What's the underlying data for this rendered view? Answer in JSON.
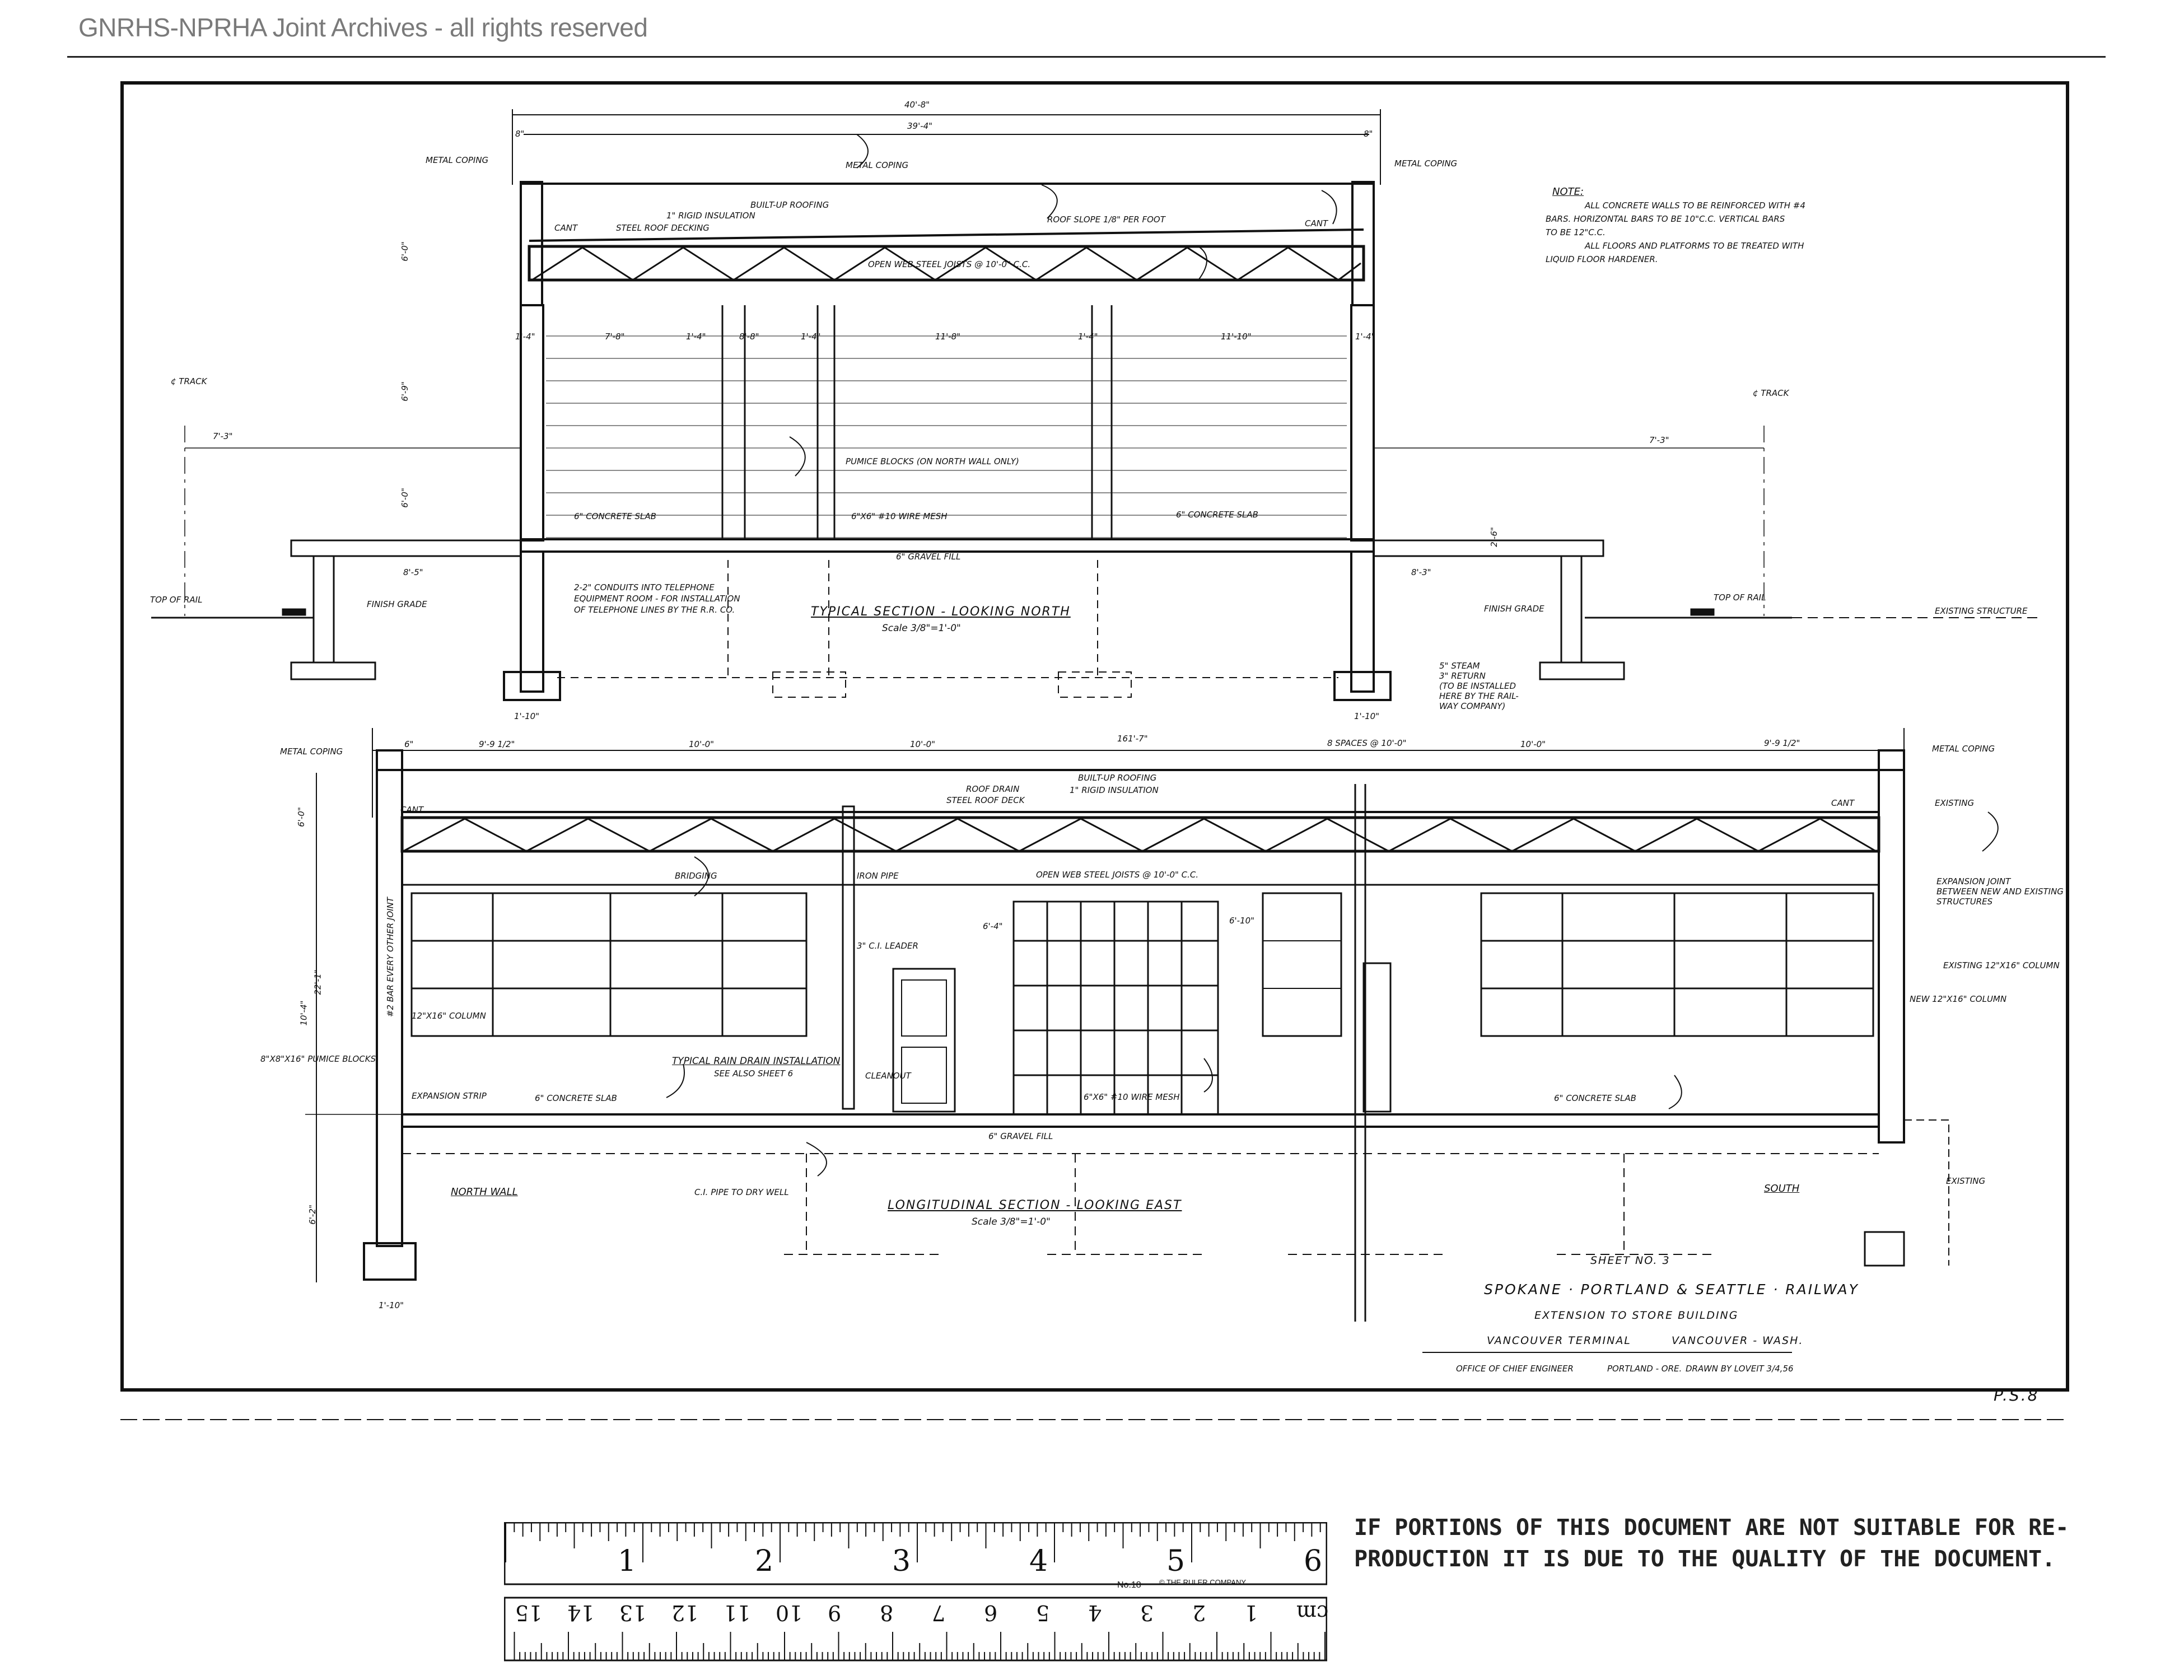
{
  "header": {
    "archive_line": "GNRHS-NPRHA Joint Archives - all rights reserved"
  },
  "colors": {
    "ink": "#111111",
    "paper": "#ffffff",
    "header_text": "#7a7a7a"
  },
  "note": {
    "title": "NOTE:",
    "lines": [
      "ALL CONCRETE WALLS TO BE REINFORCED WITH #4",
      "BARS. HORIZONTAL BARS TO BE 10\"C.C. VERTICAL BARS",
      "TO BE 12\"C.C.",
      "ALL FLOORS AND PLATFORMS TO BE TREATED WITH",
      "LIQUID FLOOR HARDENER."
    ]
  },
  "north_section": {
    "title": "TYPICAL SECTION - LOOKING NORTH",
    "scale": "Scale 3/8\"=1'-0\"",
    "labels": {
      "metal_coping_left": "METAL COPING",
      "metal_coping_center": "METAL COPING",
      "metal_coping_right": "METAL COPING",
      "built_up": "BUILT-UP ROOFING",
      "rigid": "1\" RIGID INSULATION",
      "deck": "STEEL ROOF DECKING",
      "cant_left": "CANT",
      "cant_right": "CANT",
      "slope": "ROOF SLOPE 1/8\" PER FOOT",
      "joists": "OPEN WEB STEEL JOISTS @ 10'-0\" C.C.",
      "pumice": "PUMICE BLOCKS (ON NORTH WALL ONLY)",
      "slab_left": "6\" CONCRETE SLAB",
      "mesh": "6\"x6\" #10 WIRE MESH",
      "slab_right": "6\" CONCRETE SLAB",
      "gravel": "6\" GRAVEL FILL",
      "conduits": "2-2\" CONDUITS INTO TELEPHONE",
      "conduits2": "EQUIPMENT ROOM - FOR INSTALLATION",
      "conduits3": "OF TELEPHONE LINES BY THE R.R. CO.",
      "track_left": "¢ TRACK",
      "track_right": "¢ TRACK",
      "top_rail_left": "TOP OF RAIL",
      "top_rail_right": "TOP OF RAIL",
      "finish_left": "FINISH GRADE",
      "finish_right": "FINISH GRADE",
      "existing": "EXISTING STRUCTURE",
      "steam": "5\" STEAM",
      "steam2": "3\" RETURN",
      "steam3": "(TO BE INSTALLED",
      "steam4": "HERE BY THE RAIL-",
      "steam5": "WAY COMPANY)"
    },
    "dims": {
      "overall": "40'-8\"",
      "inner": "39'-4\"",
      "eight_left": "8\"",
      "eight_right": "8\"",
      "bay1": "7'-8\"",
      "bay2": "8'-8\"",
      "bay3": "11'-8\"",
      "bay4": "11'-10\"",
      "col1": "1'-4\"",
      "col2": "1'-4\"",
      "col3": "1'-4\"",
      "col4": "1'-4\"",
      "col5": "1'-4\"",
      "h1": "6'-0\"",
      "h2": "6'-9\"",
      "h3": "6'-0\"",
      "track_off_left": "7'-3\"",
      "track_off_right": "7'-3\"",
      "plat_left": "8'-5\"",
      "plat_right": "8'-3\"",
      "depth_left": "1'-10\"",
      "depth_right": "1'-10\"",
      "rise": "2'-6\""
    }
  },
  "east_section": {
    "title": "LONGITUDINAL SECTION - LOOKING EAST",
    "scale": "Scale 3/8\"=1'-0\"",
    "labels": {
      "metal_coping_left": "METAL COPING",
      "metal_coping_right": "METAL COPING",
      "roof_drain": "ROOF DRAIN",
      "rigid": "1\" RIGID INSULATION",
      "built_up": "BUILT-UP ROOFING",
      "deck": "STEEL ROOF DECK",
      "cant_left": "CANT",
      "cant_right": "CANT",
      "existing_top": "EXISTING",
      "bridging": "BRIDGING",
      "iron_pipe": "IRON PIPE",
      "joists": "OPEN WEB STEEL JOISTS @ 10'-0\" C.C.",
      "expansion_joint": "EXPANSION JOINT",
      "expansion_joint2": "BETWEEN NEW AND EXISTING",
      "expansion_joint3": "STRUCTURES",
      "leader": "3\" C.I. LEADER",
      "existing_column": "EXISTING 12\"x16\" COLUMN",
      "new_column": "NEW 12\"x16\" COLUMN",
      "column_left": "12\"x16\" COLUMN",
      "rain_drain": "TYPICAL RAIN DRAIN INSTALLATION",
      "see_sheet": "SEE ALSO SHEET 6",
      "cleanout": "CLEANOUT",
      "pumice": "8\"x8\"x16\" PUMICE BLOCKS",
      "bar": "#2 BAR EVERY OTHER JOINT",
      "expansion_strip": "EXPANSION STRIP",
      "slab_left": "6\" CONCRETE SLAB",
      "mesh": "6\"x6\" #10 WIRE MESH",
      "slab_right": "6\" CONCRETE SLAB",
      "gravel": "6\" GRAVEL FILL",
      "north_wall": "NORTH WALL",
      "pipe": "C.I. PIPE TO DRY WELL",
      "south": "SOUTH",
      "existing_bottom": "EXISTING"
    },
    "dims": {
      "overall": "161'-7\"",
      "first": "9'-9 1/2\"",
      "bay": "10'-0\"",
      "bay2": "10'-0\"",
      "spaces": "8 SPACES @ 10'-0\"",
      "bay3": "10'-0\"",
      "last": "9'-9 1/2\"",
      "six": "6\"",
      "h_top": "6'-0\"",
      "h_window": "10'-4\"",
      "h_total": "22'-1\"",
      "h_low": "6'-2\"",
      "foot": "1'-10\"",
      "door_h": "6'-4\"",
      "open": "6'-10\""
    }
  },
  "title_block": {
    "sheet": "SHEET NO. 3",
    "railway": "SPOKANE · PORTLAND & SEATTLE · RAILWAY",
    "project": "EXTENSION TO STORE BUILDING",
    "terminal": "VANCOUVER TERMINAL",
    "city": "VANCOUVER - WASH.",
    "office": "OFFICE OF CHIEF ENGINEER",
    "office_city": "PORTLAND - ORE.",
    "drawn": "DRAWN BY LOVEIT 3/4,56",
    "drawing_no": "P.S.8"
  },
  "stamp": {
    "line1": "IF PORTIONS OF THIS DOCUMENT ARE NOT SUITABLE FOR RE-",
    "line2": "PRODUCTION IT IS DUE TO THE QUALITY OF THE DOCUMENT."
  },
  "ruler": {
    "inch_labels": [
      "1",
      "2",
      "3",
      "4",
      "5",
      "6"
    ],
    "cm_labels": [
      "15",
      "14",
      "13",
      "12",
      "11",
      "10",
      "9",
      "8",
      "7",
      "6",
      "5",
      "4",
      "3",
      "2",
      "1",
      "cm"
    ],
    "maker": "No.18",
    "brand": "© THE RULER COMPANY"
  }
}
